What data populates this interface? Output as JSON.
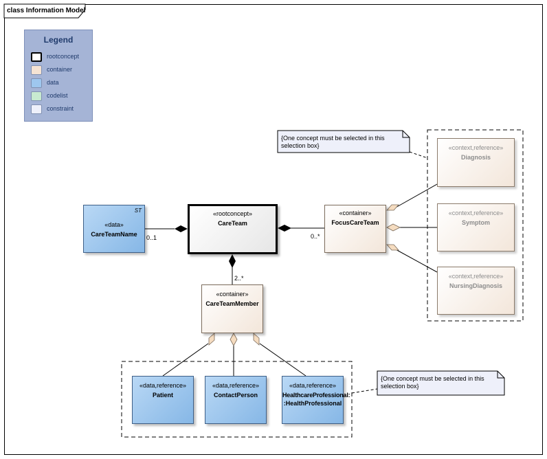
{
  "frame": {
    "title": "class Information Model"
  },
  "legend": {
    "title": "Legend",
    "items": [
      {
        "label": "rootconcept",
        "color": "#ffffff",
        "border": "#000000"
      },
      {
        "label": "container",
        "color": "#f5e3d3",
        "border": "#8090b0"
      },
      {
        "label": "data",
        "color": "#9ec7ef",
        "border": "#8090b0"
      },
      {
        "label": "codelist",
        "color": "#c8ead0",
        "border": "#8090b0"
      },
      {
        "label": "constraint",
        "color": "#eef0fa",
        "border": "#8090b0"
      }
    ]
  },
  "elements": {
    "care_team_name": {
      "stereotype": "«data»",
      "name": "CareTeamName",
      "tagged_value": "ST"
    },
    "care_team": {
      "stereotype": "«rootconcept»",
      "name": "CareTeam"
    },
    "focus_care_team": {
      "stereotype": "«container»",
      "name": "FocusCareTeam"
    },
    "care_team_member": {
      "stereotype": "«container»",
      "name": "CareTeamMember"
    },
    "diagnosis": {
      "stereotype": "«context,reference»",
      "name": "Diagnosis"
    },
    "symptom": {
      "stereotype": "«context,reference»",
      "name": "Symptom"
    },
    "nursing_diagnosis": {
      "stereotype": "«context,reference»",
      "name": "NursingDiagnosis"
    },
    "patient": {
      "stereotype": "«data,reference»",
      "name": "Patient"
    },
    "contact_person": {
      "stereotype": "«data,reference»",
      "name": "ContactPerson"
    },
    "healthcare_professional": {
      "stereotype": "«data,reference»",
      "name_line1": "HealthcareProfessional:",
      "name_line2": ":HealthProfessional"
    }
  },
  "multiplicities": {
    "care_team_name": "0..1",
    "focus_care_team": "0..*",
    "care_team_member": "2..*"
  },
  "notes": {
    "top_right": "{One concept must be selected in this selection box}",
    "bottom_right": "{One concept must be selected in this selection box}"
  },
  "colors": {
    "data_fill": "#9ec7ef",
    "container_fill": "#f5e3d3",
    "diamond_hollow": "#f5dcc0",
    "legend_bg": "#a5b4d6",
    "note_fill": "#eef0fa"
  }
}
